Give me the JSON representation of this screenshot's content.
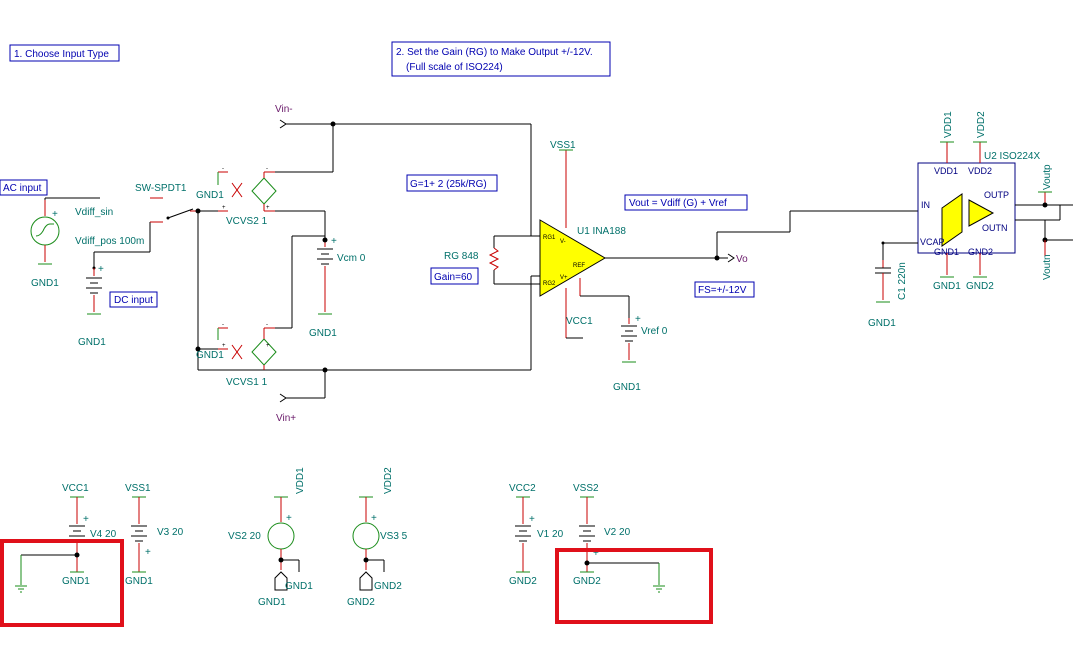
{
  "notes": {
    "step1": "1. Choose Input Type",
    "step2_line1": "2. Set the Gain (RG) to Make Output +/-12V.",
    "step2_line2": "(Full scale of ISO224)",
    "ac_input": "AC input",
    "dc_input": "DC input",
    "gain_formula": "G=1+ 2 (25k/RG)",
    "gain_value": "Gain=60",
    "vout_formula": "Vout = Vdiff (G) + Vref",
    "full_scale": "FS=+/-12V"
  },
  "components": {
    "switch": "SW-SPDT1",
    "vdiff_sin": "Vdiff_sin",
    "vdiff_pos": "Vdiff_pos 100m",
    "vcvs2": "VCVS2 1",
    "vcvs1": "VCVS1 1",
    "vcm": "Vcm 0",
    "rg": "RG 848",
    "u1": "U1 INA188",
    "vref": "Vref 0",
    "u2": "U2 ISO224X",
    "c1": "C1 220n",
    "v4": "V4 20",
    "v3": "V3 20",
    "vs2": "VS2 20",
    "vs3": "VS3 5",
    "v1": "V1 20",
    "v2": "V2 20"
  },
  "nets": {
    "vin_minus": "Vin-",
    "vin_plus": "Vin+",
    "vo": "Vo",
    "voutp": "Voutp",
    "voutn": "Voutn",
    "gnd1": "GND1",
    "gnd2": "GND2",
    "vss1": "VSS1",
    "vcc1": "VCC1",
    "vdd1": "VDD1",
    "vdd2": "VDD2",
    "vcc2": "VCC2",
    "vss2": "VSS2"
  },
  "pins": {
    "u1_rg1": "RG1",
    "u1_rg2": "RG2",
    "u1_vminus": "V-",
    "u1_vplus": "V+",
    "u1_ref": "REF",
    "u2_in": "IN",
    "u2_outp": "OUTP",
    "u2_outn": "OUTN",
    "u2_vcap": "VCAP",
    "u2_vdd1": "VDD1",
    "u2_vdd2": "VDD2",
    "u2_gnd1": "GND1",
    "u2_gnd2": "GND2"
  },
  "colors": {
    "wire": "#000000",
    "component": "#c80000",
    "ground": "#1a8c1a",
    "label": "#00706a",
    "note": "#0000b0",
    "amp_fill": "#ffff00",
    "highlight": "#e0101a"
  }
}
